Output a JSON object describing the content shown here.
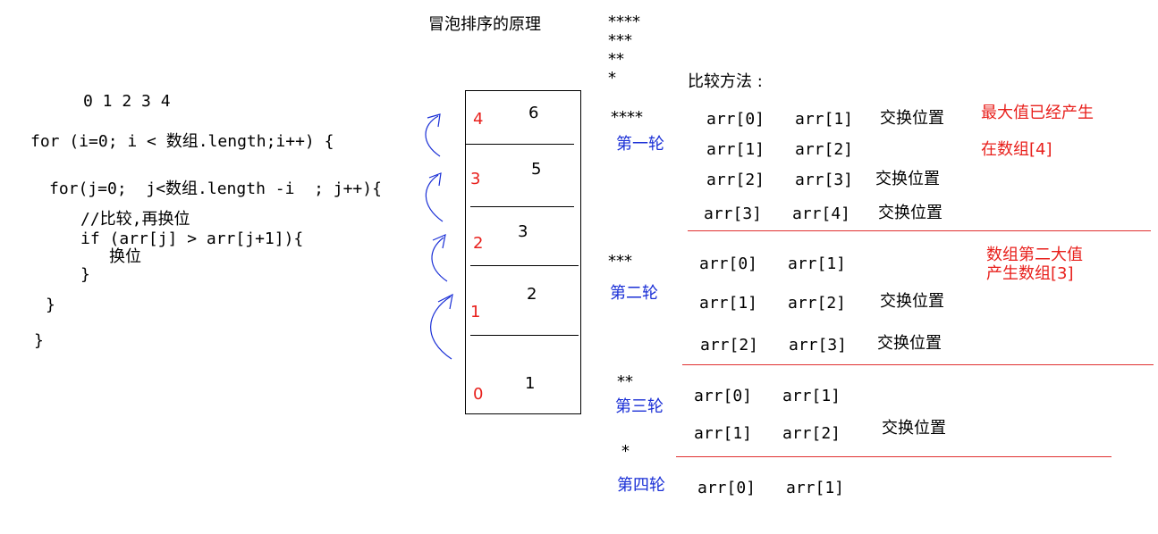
{
  "title": "冒泡排序的原理",
  "code": {
    "indices": "0 1 2 3 4",
    "outer": "for (i=0; i < 数组.length;i++) {",
    "inner": "for(j=0;  j<数组.length -i  ; j++){",
    "comment": "//比较,再换位",
    "if": "if (arr[j] > arr[j+1]){",
    "swap": "换位",
    "close1": "}",
    "close2": "}",
    "close3": "}"
  },
  "box": {
    "values": [
      "6",
      "5",
      "3",
      "2",
      "1"
    ],
    "indices": [
      "4",
      "3",
      "2",
      "1",
      "0"
    ]
  },
  "stars_top": [
    "****",
    "***",
    "**",
    "*"
  ],
  "method_label": "比较方法 :",
  "rounds": [
    {
      "stars": "****",
      "label": "第一轮",
      "rows": [
        {
          "a": "arr[0]",
          "b": "arr[1]",
          "swap": "交换位置"
        },
        {
          "a": "arr[1]",
          "b": "arr[2]",
          "swap": ""
        },
        {
          "a": "arr[2]",
          "b": "arr[3]",
          "swap": "交换位置"
        },
        {
          "a": "arr[3]",
          "b": "arr[4]",
          "swap": "交换位置"
        }
      ],
      "note1": "最大值已经产生",
      "note2": "在数组[4]"
    },
    {
      "stars": "***",
      "label": "第二轮",
      "rows": [
        {
          "a": "arr[0]",
          "b": "arr[1]",
          "swap": ""
        },
        {
          "a": "arr[1]",
          "b": "arr[2]",
          "swap": "交换位置"
        },
        {
          "a": "arr[2]",
          "b": "arr[3]",
          "swap": "交换位置"
        }
      ],
      "note1": "数组第二大值",
      "note2": "产生数组[3]"
    },
    {
      "stars": "**",
      "label": "第三轮",
      "rows": [
        {
          "a": "arr[0]",
          "b": "arr[1]",
          "swap": ""
        },
        {
          "a": "arr[1]",
          "b": "arr[2]",
          "swap": "交换位置"
        }
      ]
    },
    {
      "stars": "*",
      "label": "第四轮",
      "rows": [
        {
          "a": "arr[0]",
          "b": "arr[1]",
          "swap": ""
        }
      ]
    }
  ],
  "colors": {
    "red": "#e8201c",
    "blue": "#1a2fd6",
    "arrow": "#1a2fd6",
    "rule": "#e03030"
  }
}
